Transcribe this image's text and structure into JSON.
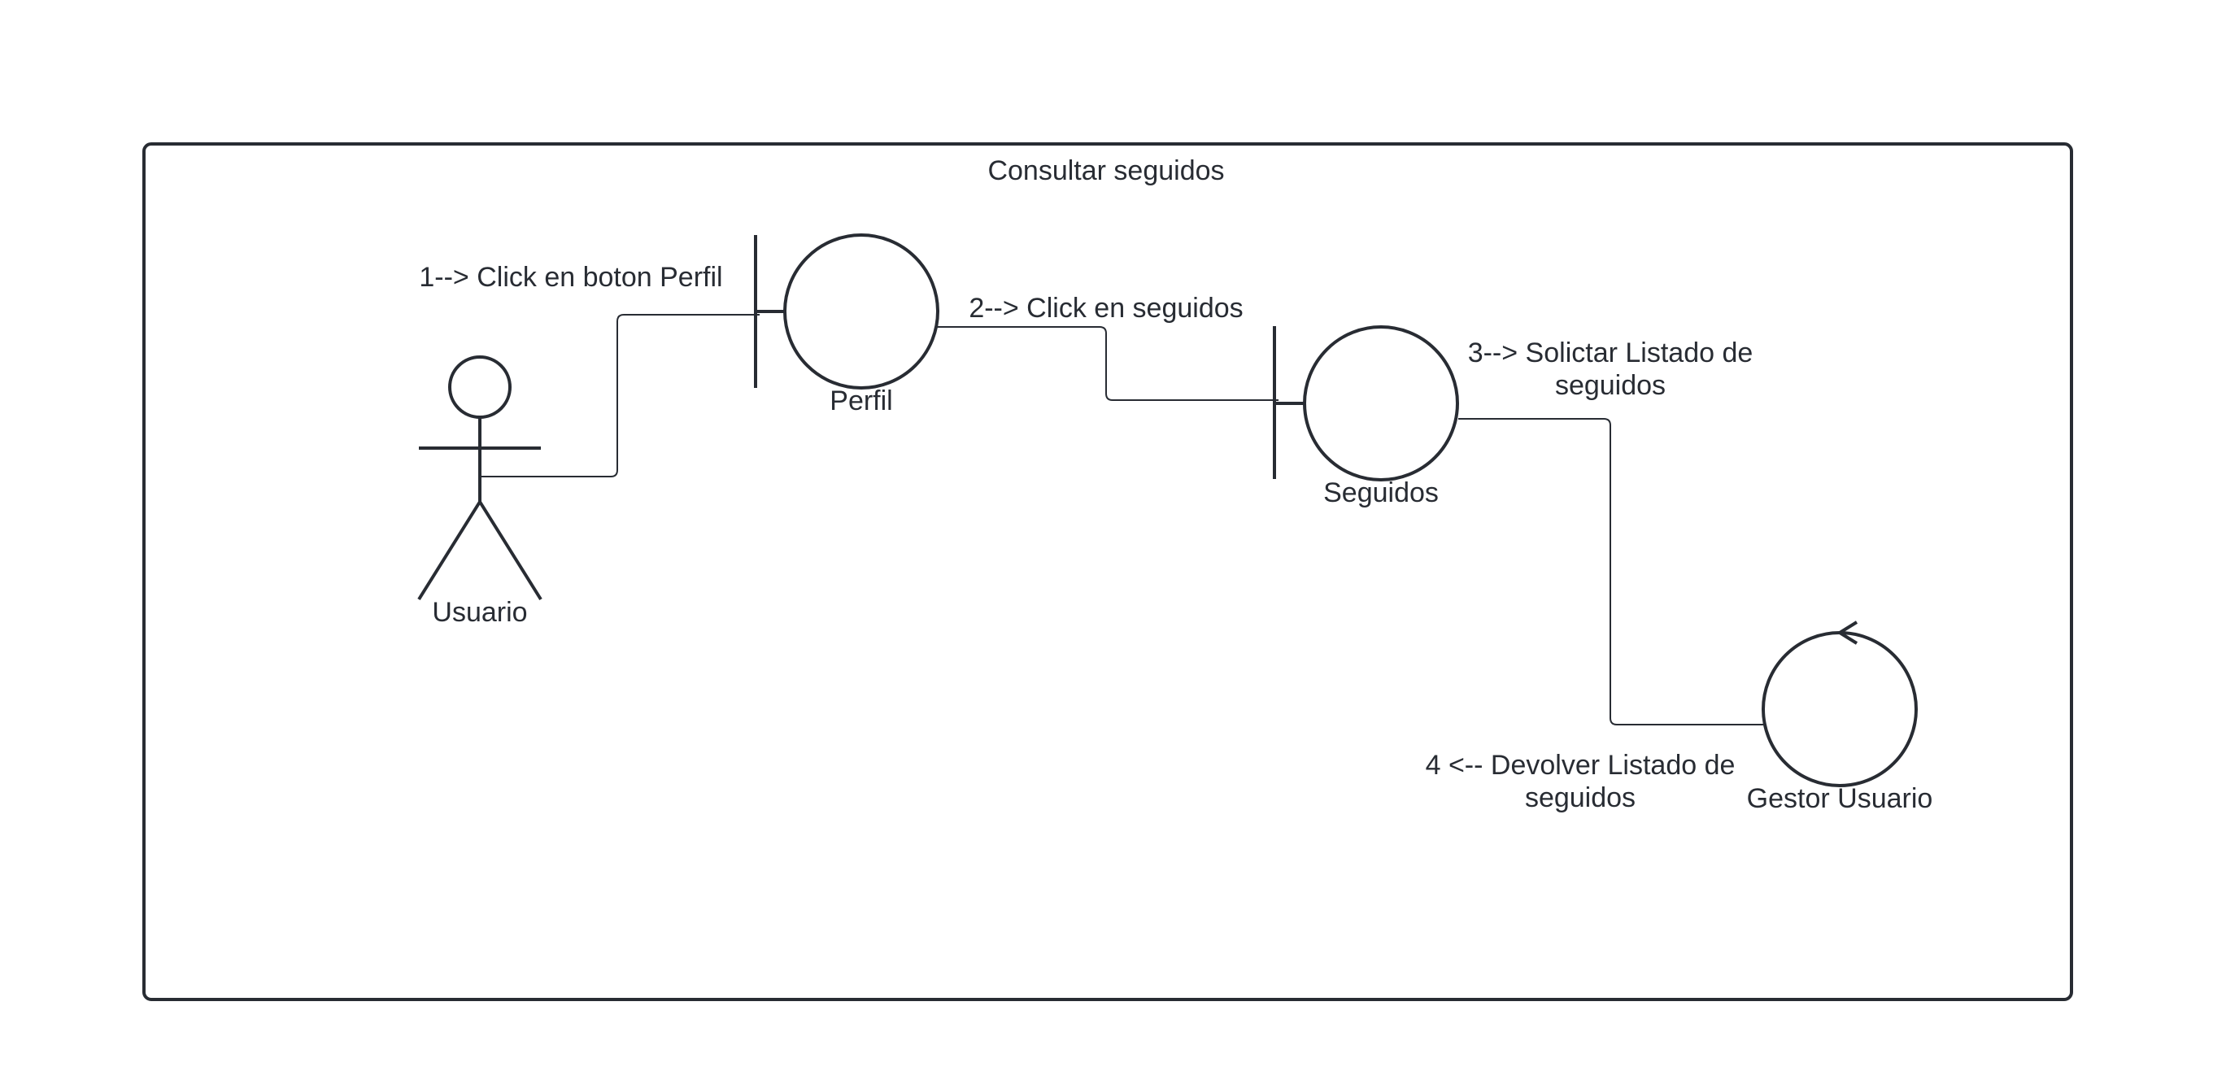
{
  "diagram": {
    "frame_title": "Consultar seguidos",
    "nodes": {
      "actor": {
        "label": "Usuario"
      },
      "boundary_perfil": {
        "label": "Perfil"
      },
      "boundary_seguidos": {
        "label": "Seguidos"
      },
      "control_gestor": {
        "label": "Gestor Usuario"
      }
    },
    "messages": {
      "m1": {
        "label": "1--> Click en boton Perfil"
      },
      "m2": {
        "label": "2--> Click en seguidos"
      },
      "m3": {
        "line1": "3--> Solictar Listado de",
        "line2": "seguidos"
      },
      "m4": {
        "line1": "4 <-- Devolver Listado de",
        "line2": "seguidos"
      }
    }
  }
}
